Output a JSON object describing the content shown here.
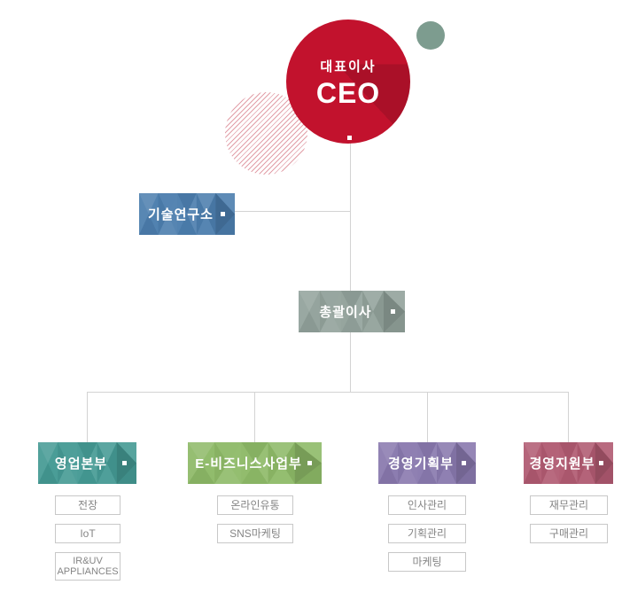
{
  "canvas": {
    "background": "#ffffff",
    "line_color": "#d3d3d3"
  },
  "decor": {
    "accent_circle_color": "#7d9c8f",
    "striped_circle_color": "#e2a0a9"
  },
  "ceo": {
    "title": "대표이사",
    "name": "CEO",
    "color": "#c2122d"
  },
  "research": {
    "label": "기술연구소",
    "color": "#4c7eae"
  },
  "director": {
    "label": "총괄이사",
    "color": "#92a29b"
  },
  "departments": [
    {
      "label": "영업본부",
      "color": "#459a94",
      "items": [
        "전장",
        "IoT",
        "IR&UV APPLIANCES"
      ]
    },
    {
      "label": "E-비즈니스사업부",
      "color": "#8eba68",
      "items": [
        "온라인유통",
        "SNS마케팅"
      ]
    },
    {
      "label": "경영기획부",
      "color": "#8979ae",
      "items": [
        "인사관리",
        "기획관리",
        "마케팅"
      ]
    },
    {
      "label": "경영지원부",
      "color": "#b05a71",
      "items": [
        "재무관리",
        "구매관리"
      ]
    }
  ]
}
